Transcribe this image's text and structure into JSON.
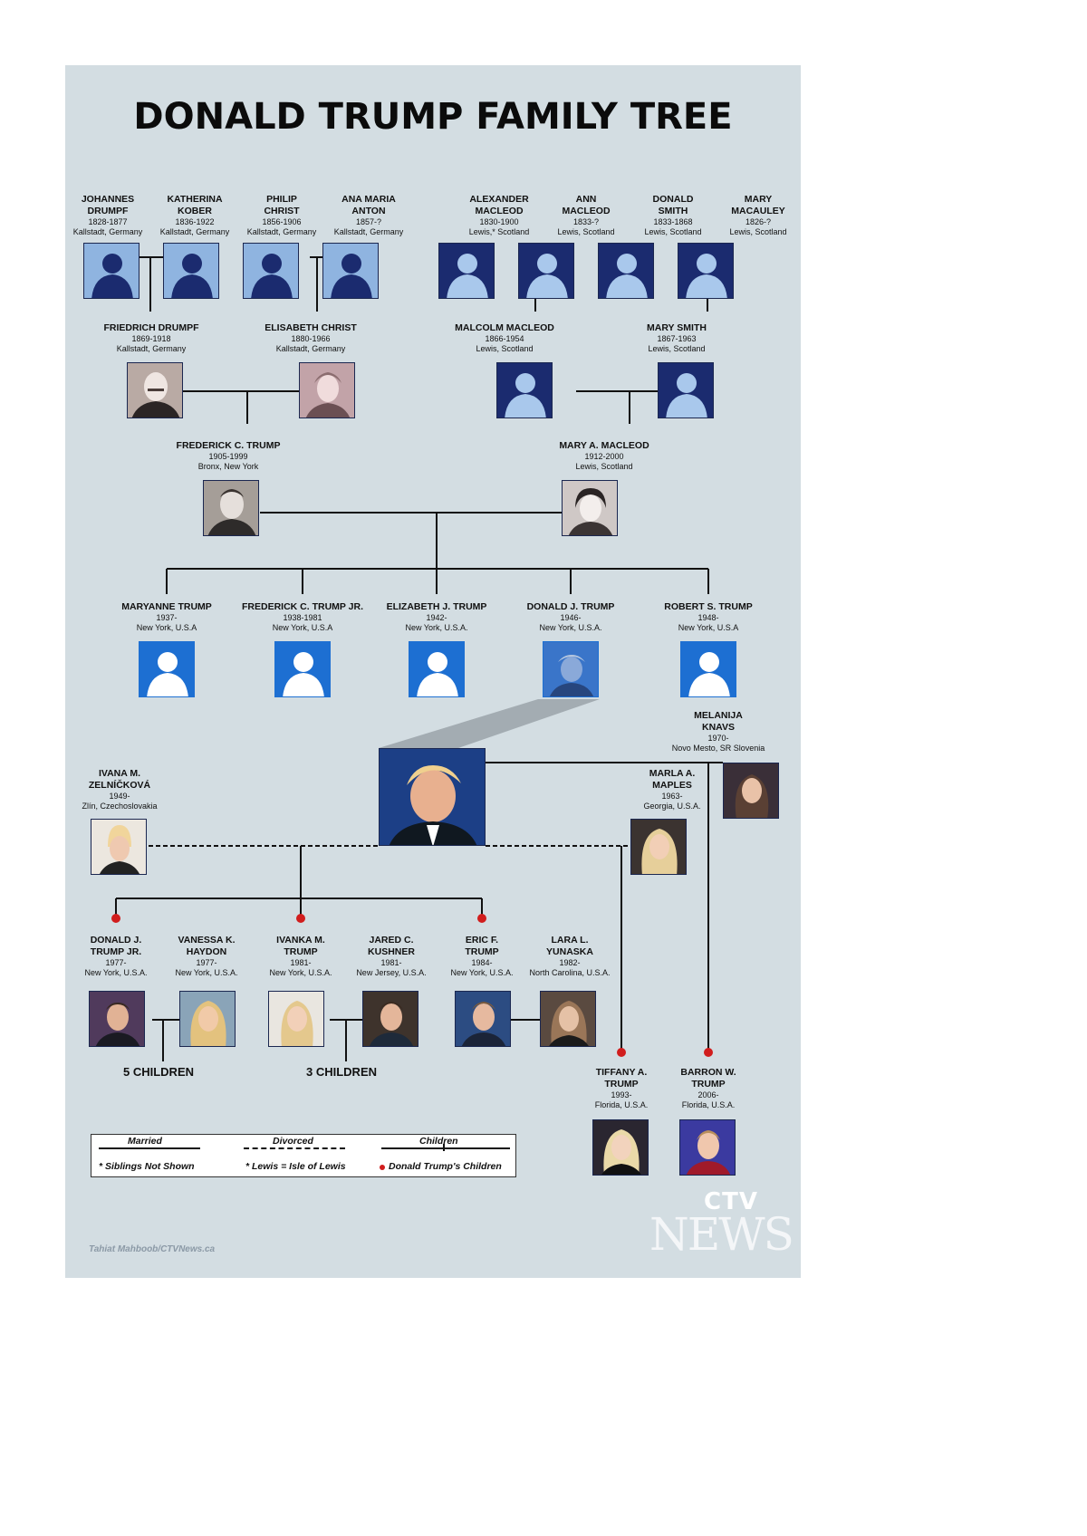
{
  "title": "DONALD TRUMP FAMILY TREE",
  "people": {
    "johannes": {
      "name1": "JOHANNES",
      "name2": "DRUMPF",
      "years": "1828-1877",
      "place": "Kallstadt, Germany"
    },
    "katherina": {
      "name1": "KATHERINA",
      "name2": "KOBER",
      "years": "1836-1922",
      "place": "Kallstadt, Germany"
    },
    "philip": {
      "name1": "PHILIP",
      "name2": "CHRIST",
      "years": "1856-1906",
      "place": "Kallstadt, Germany"
    },
    "anamaria": {
      "name1": "ANA MARIA",
      "name2": "ANTON",
      "years": "1857-?",
      "place": "Kallstadt, Germany"
    },
    "alexander": {
      "name1": "ALEXANDER",
      "name2": "MACLEOD",
      "years": "1830-1900",
      "place": "Lewis,* Scotland"
    },
    "ann": {
      "name1": "ANN",
      "name2": "MACLEOD",
      "years": "1833-?",
      "place": "Lewis, Scotland"
    },
    "donaldsmith": {
      "name1": "DONALD",
      "name2": "SMITH",
      "years": "1833-1868",
      "place": "Lewis, Scotland"
    },
    "marymacauley": {
      "name1": "MARY",
      "name2": "MACAULEY",
      "years": "1826-?",
      "place": "Lewis, Scotland"
    },
    "friedrich": {
      "name1": "FRIEDRICH DRUMPF",
      "years": "1869-1918",
      "place": "Kallstadt, Germany"
    },
    "elisabeth": {
      "name1": "ELISABETH CHRIST",
      "years": "1880-1966",
      "place": "Kallstadt, Germany"
    },
    "malcolm": {
      "name1": "MALCOLM MACLEOD",
      "years": "1866-1954",
      "place": "Lewis, Scotland"
    },
    "marysmith": {
      "name1": "MARY SMITH",
      "years": "1867-1963",
      "place": "Lewis, Scotland"
    },
    "fred": {
      "name1": "FREDERICK C. TRUMP",
      "years": "1905-1999",
      "place": "Bronx, New York"
    },
    "marymacleod": {
      "name1": "MARY A. MACLEOD",
      "years": "1912-2000",
      "place": "Lewis, Scotland"
    },
    "maryanne": {
      "name1": "MARYANNE TRUMP",
      "years": "1937-",
      "place": "New York, U.S.A"
    },
    "fredjr": {
      "name1": "FREDERICK C. TRUMP JR.",
      "years": "1938-1981",
      "place": "New York, U.S.A"
    },
    "elizabeth": {
      "name1": "ELIZABETH J. TRUMP",
      "years": "1942-",
      "place": "New York, U.S.A."
    },
    "donald": {
      "name1": "DONALD J. TRUMP",
      "years": "1946-",
      "place": "New York, U.S.A."
    },
    "robert": {
      "name1": "ROBERT S. TRUMP",
      "years": "1948-",
      "place": "New York, U.S.A"
    },
    "melania": {
      "name1": "MELANIJA",
      "name2": "KNAVS",
      "years": "1970-",
      "place": "Novo Mesto, SR Slovenia"
    },
    "ivana": {
      "name1": "IVANA M.",
      "name2": "ZELNÍČKOVÁ",
      "years": "1949-",
      "place": "Zlín, Czechoslovakia"
    },
    "marla": {
      "name1": "MARLA A.",
      "name2": "MAPLES",
      "years": "1963-",
      "place": "Georgia, U.S.A."
    },
    "donjr": {
      "name1": "DONALD J.",
      "name2": "TRUMP JR.",
      "years": "1977-",
      "place": "New York, U.S.A."
    },
    "vanessa": {
      "name1": "VANESSA K.",
      "name2": "HAYDON",
      "years": "1977-",
      "place": "New York, U.S.A."
    },
    "ivanka": {
      "name1": "IVANKA M.",
      "name2": "TRUMP",
      "years": "1981-",
      "place": "New York, U.S.A."
    },
    "jared": {
      "name1": "JARED C.",
      "name2": "KUSHNER",
      "years": "1981-",
      "place": "New Jersey, U.S.A."
    },
    "eric": {
      "name1": "ERIC F.",
      "name2": "TRUMP",
      "years": "1984-",
      "place": "New York, U.S.A."
    },
    "lara": {
      "name1": "LARA L.",
      "name2": "YUNASKA",
      "years": "1982-",
      "place": "North Carolina, U.S.A."
    },
    "tiffany": {
      "name1": "TIFFANY A.",
      "name2": "TRUMP",
      "years": "1993-",
      "place": "Florida, U.S.A."
    },
    "barron": {
      "name1": "BARRON W.",
      "name2": "TRUMP",
      "years": "2006-",
      "place": "Florida, U.S.A."
    }
  },
  "notes": {
    "five_children": "5 CHILDREN",
    "three_children": "3 CHILDREN"
  },
  "legend": {
    "married": "Married",
    "divorced": "Divorced",
    "children": "Children",
    "siblings": "* Siblings Not Shown",
    "lewis": "* Lewis = Isle of Lewis",
    "trump_children": "Donald Trump's Children"
  },
  "credit": "Tahiat Mahboob/CTVNews.ca",
  "logo": {
    "ctv": "CTV",
    "news": "NEWS"
  },
  "colors": {
    "background": "#d3dde2",
    "ancestor_photo": "#1b2b6f",
    "sibling_photo": "#1d6fd2",
    "child_marker": "#d11d1d"
  }
}
